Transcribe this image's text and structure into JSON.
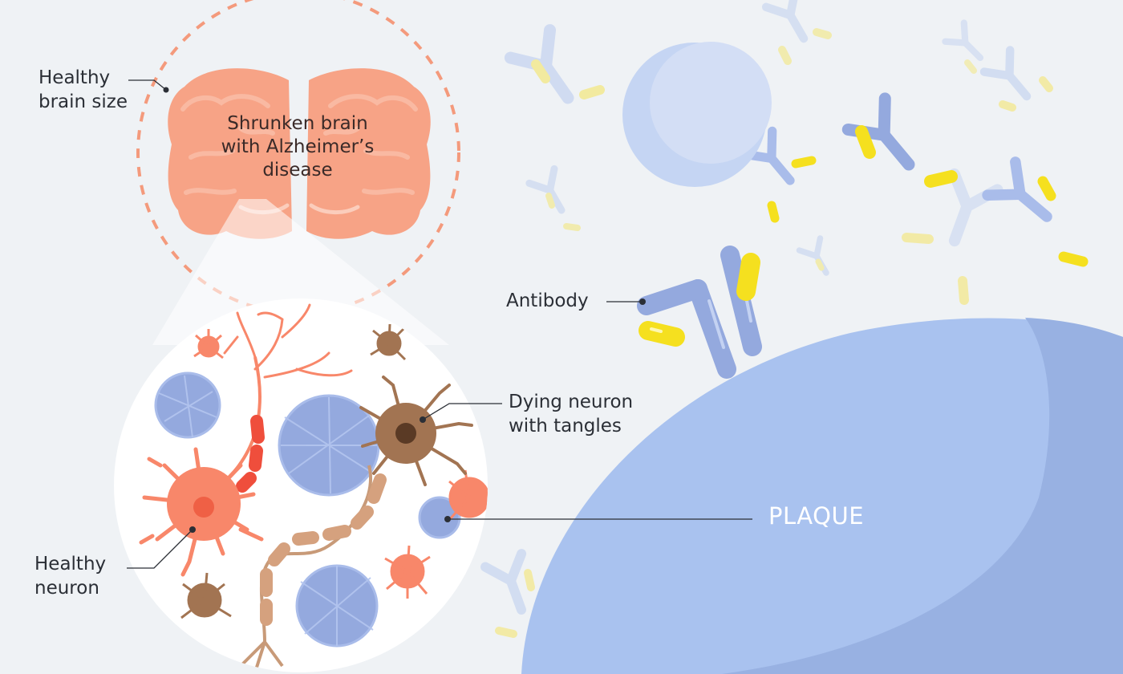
{
  "labels": {
    "healthy_brain_size": [
      "Healthy",
      "brain size"
    ],
    "shrunken_brain": [
      "Shrunken brain",
      "with Alzheimer’s",
      "disease"
    ],
    "antibody": "Antibody",
    "dying_neuron": [
      "Dying neuron",
      "with tangles"
    ],
    "plaque": "PLAQUE",
    "healthy_neuron": [
      "Healthy",
      "neuron"
    ]
  },
  "colors": {
    "background": "#eff2f5",
    "brain": "#f7a386",
    "brain_outline_dashed": "#f49a7c",
    "plaque": "#a9c2ef",
    "plaque_shadow": "#98b1e2",
    "antibody_blue": "#94a9de",
    "antibody_yellow": "#f7e21b",
    "healthy_neuron": "#f8876a",
    "dying_neuron": "#a27452",
    "amyloid_cluster": "#94a9de",
    "axon_red": "#ef4e3c",
    "axon_tan": "#d5a17e"
  },
  "icons": [
    "brain-icon",
    "antibody-icon",
    "neuron-icon",
    "plaque-icon",
    "cell-icon"
  ]
}
